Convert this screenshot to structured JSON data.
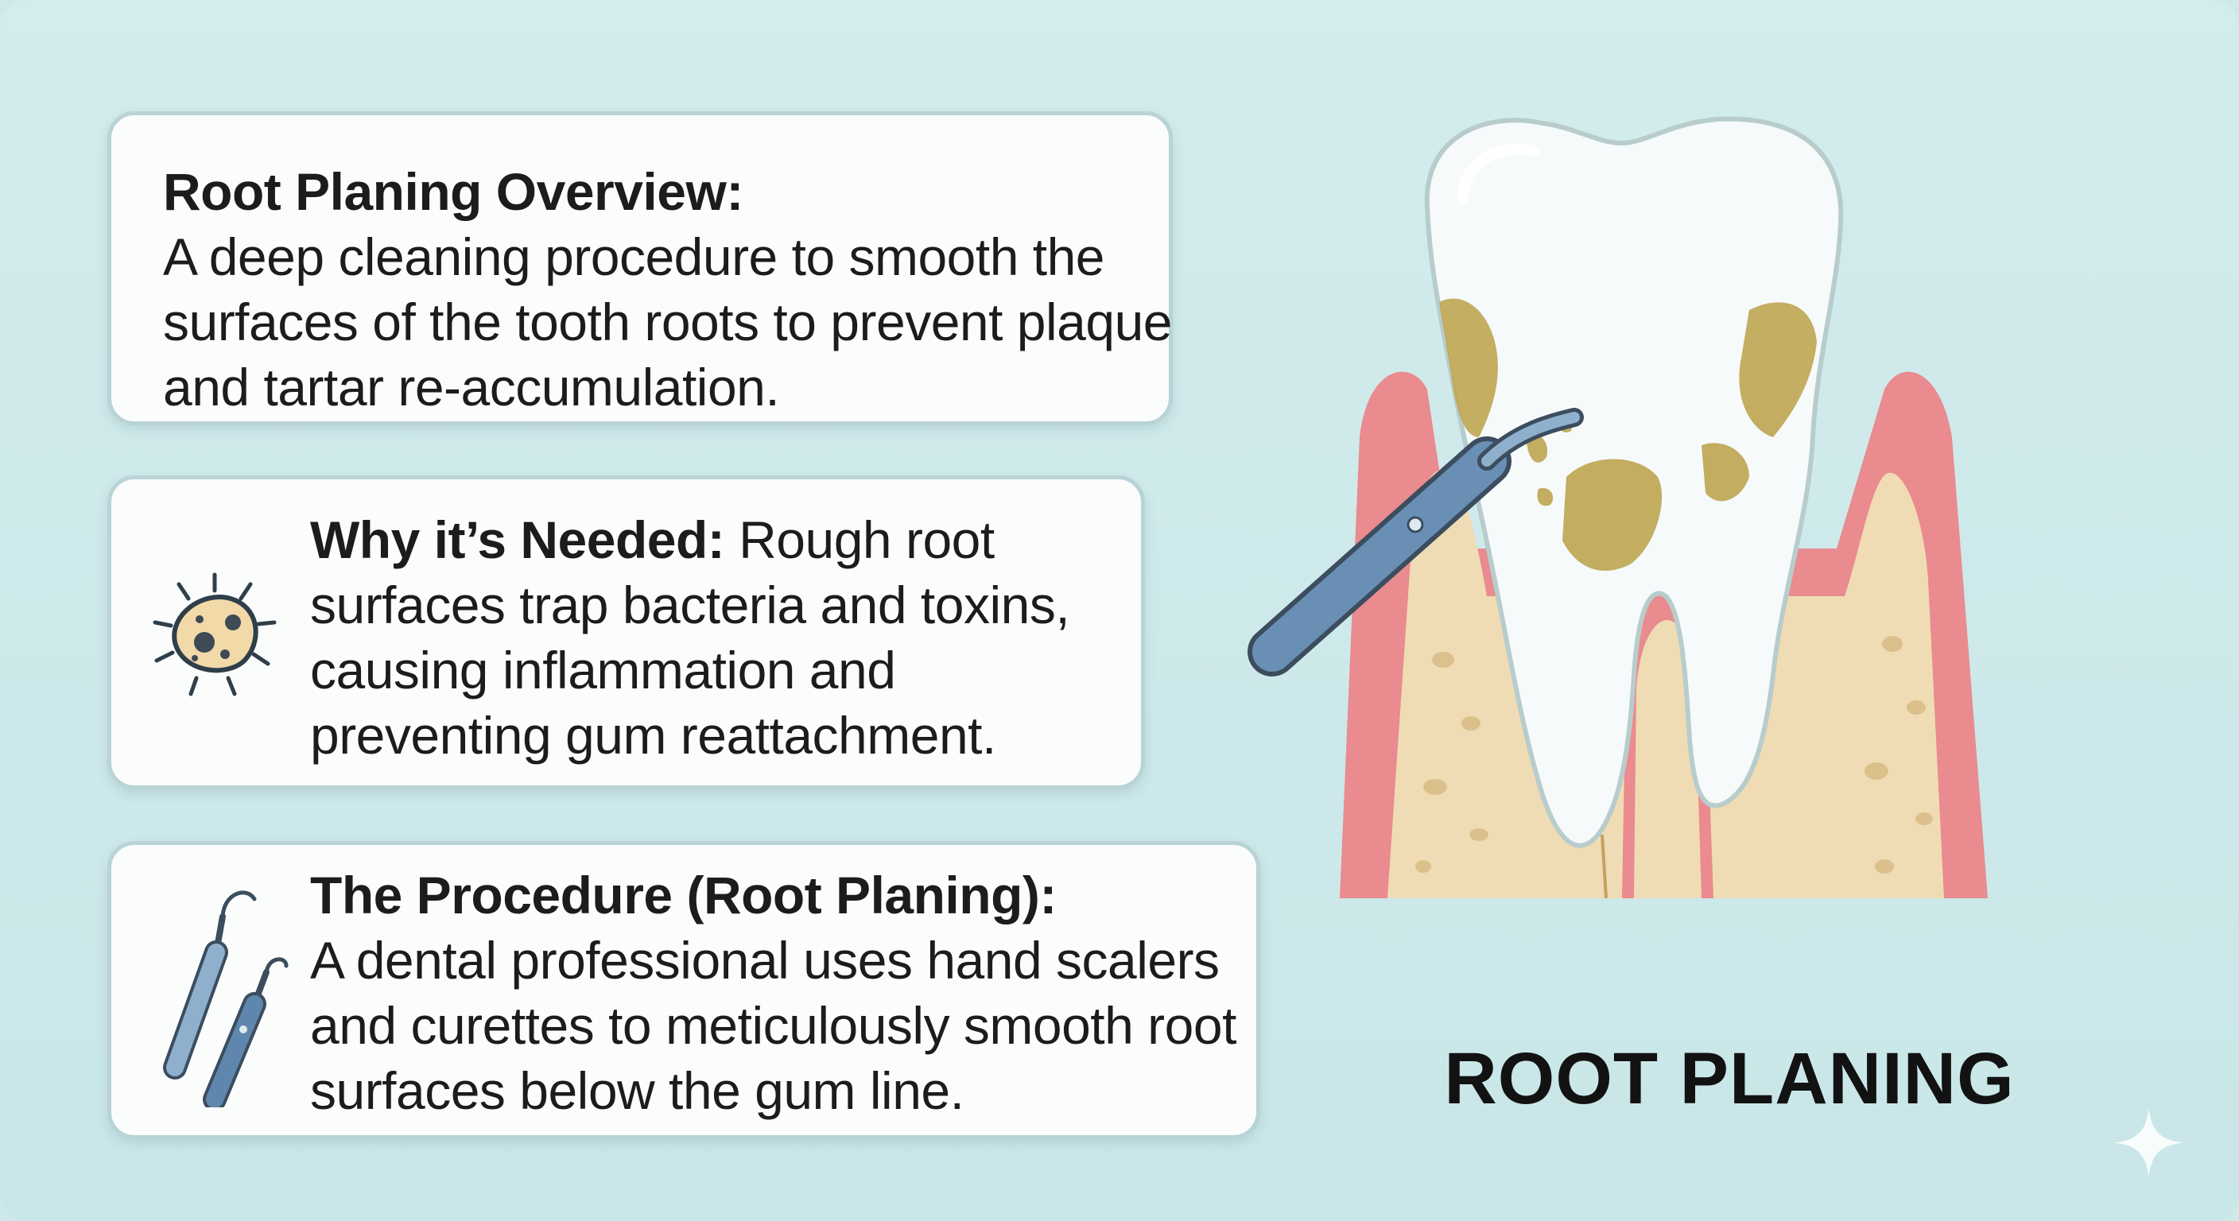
{
  "title": "ROOT PLANING",
  "cards": {
    "overview": {
      "heading": "Root Planing Overview:",
      "body": "A deep cleaning procedure to smooth the surfaces of the tooth roots to prevent plaque and tartar re-accumulation."
    },
    "why": {
      "heading": "Why it’s Needed:",
      "body": "Rough root surfaces trap bacteria and toxins, causing inflammation and preventing gum reattachment.",
      "icon": "bacteria-icon"
    },
    "procedure": {
      "heading": "The Procedure (Root Planing):",
      "body": "A dental professional uses hand scalers and curettes to meticulously smooth root surfaces below the gum line.",
      "icon": "scaler-tools-icon"
    }
  },
  "illustration": {
    "subject": "tooth-with-tartar-and-scaler",
    "colors": {
      "background": "#cfe9ea",
      "gum": "#e98b8f",
      "bone": "#f0dcb4",
      "tartar": "#bfa754",
      "tooth": "#f6fafa",
      "instrument": "#5a82a8"
    }
  }
}
